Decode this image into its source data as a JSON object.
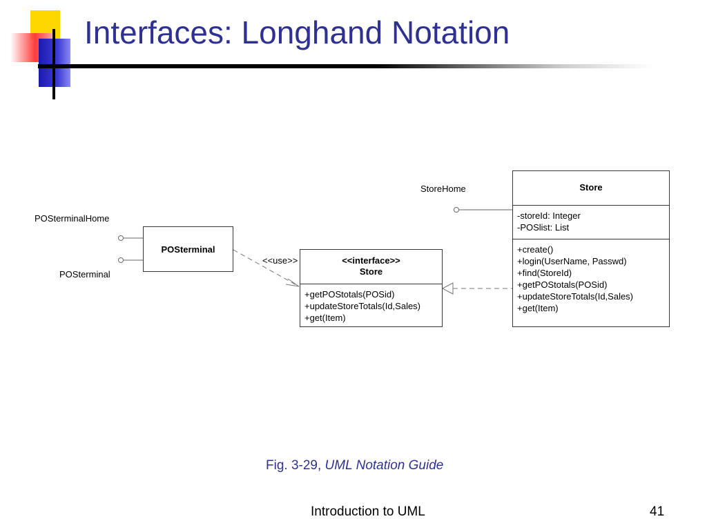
{
  "slide": {
    "title": "Interfaces: Longhand Notation",
    "caption_prefix": "Fig. 3-29, ",
    "caption_italic": "UML Notation Guide",
    "footer_text": "Introduction to UML",
    "page_number": "41"
  },
  "colors": {
    "title": "#2e3192",
    "accent_red": "#ff3b3b",
    "accent_yellow": "#ffd700",
    "accent_blue": "#2424c8"
  },
  "diagram": {
    "posterminal_home_label": "POSterminalHome",
    "posterminal_label": "POSterminal",
    "store_home_label": "StoreHome",
    "use_label": "<<use>>",
    "posterminal_class": {
      "name": "POSterminal"
    },
    "interface_class": {
      "stereotype": "<<interface>>",
      "name": "Store",
      "operations": [
        "+getPOStotals(POSid)",
        "+updateStoreTotals(Id,Sales)",
        "+get(Item)"
      ]
    },
    "store_class": {
      "name": "Store",
      "attributes": [
        "-storeId: Integer",
        "-POSlist: List"
      ],
      "operations": [
        "+create()",
        "+login(UserName, Passwd)",
        "+find(StoreId)",
        "+getPOStotals(POSid)",
        "+updateStoreTotals(Id,Sales)",
        "+get(Item)"
      ]
    }
  }
}
